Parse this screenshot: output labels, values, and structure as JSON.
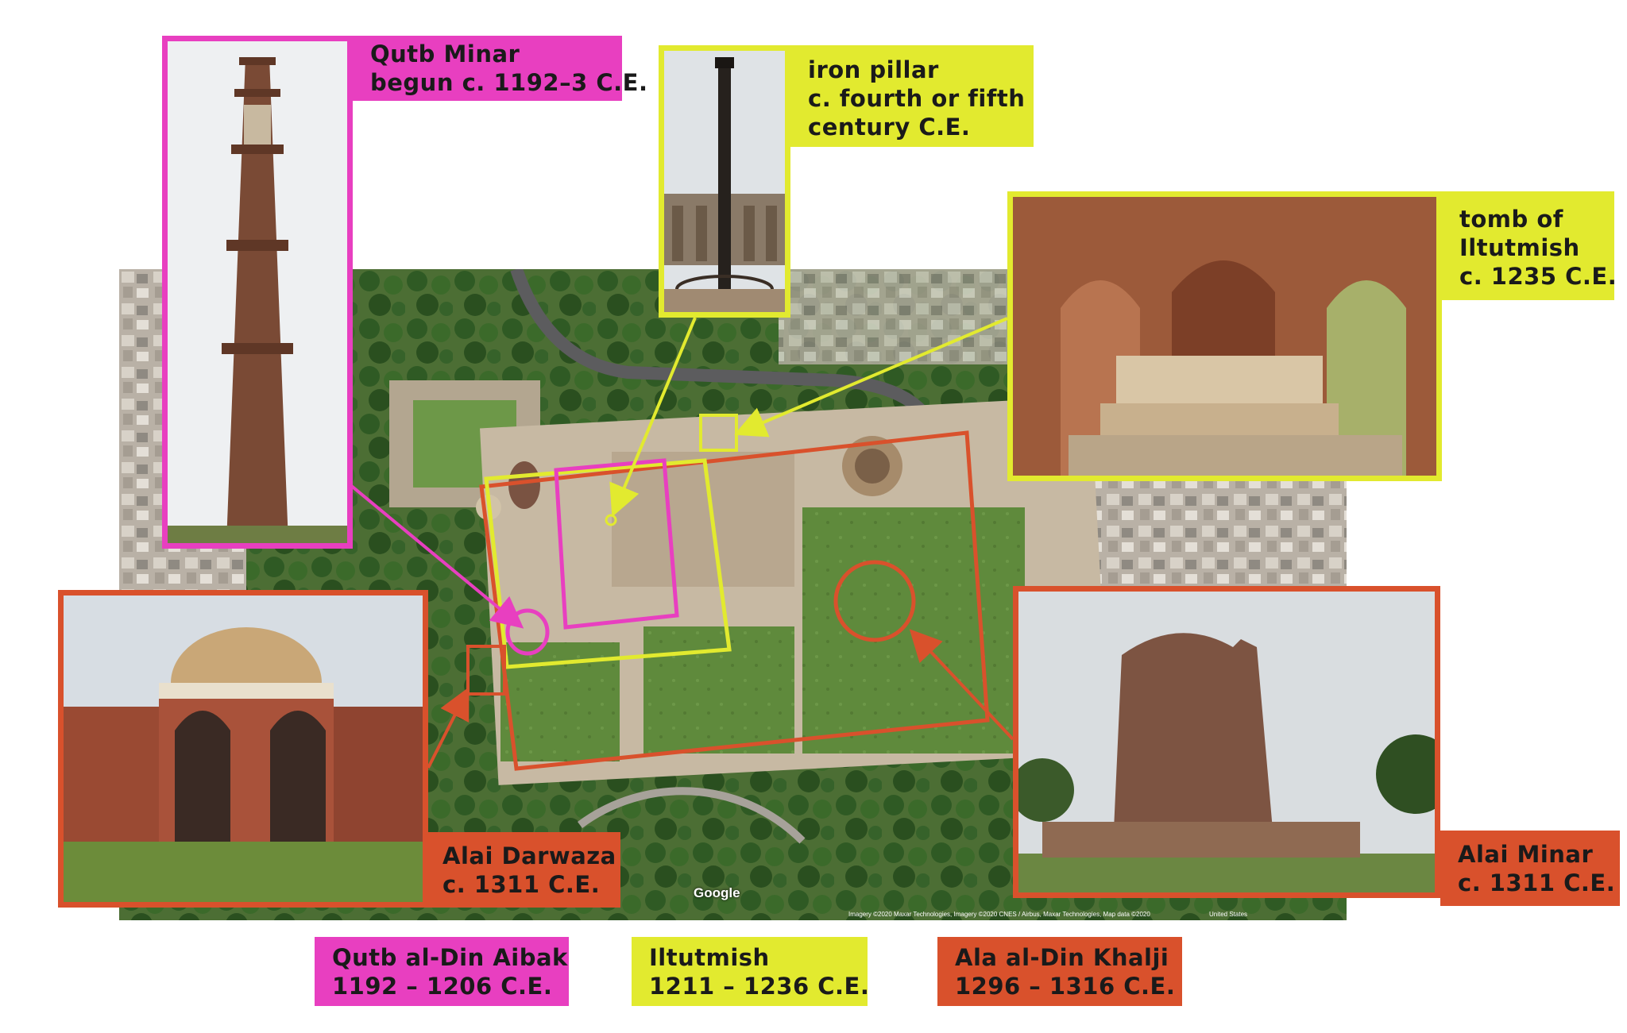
{
  "labels": {
    "qutb_minar": {
      "line1": "Qutb Minar",
      "line2": "begun c. 1192–3 C.E."
    },
    "iron_pillar": {
      "line1": "iron pillar",
      "line2": "c. fourth or fifth",
      "line3": "century C.E."
    },
    "tomb_iltutmish": {
      "line1": "tomb of",
      "line2": "Iltutmish",
      "line3": "c. 1235 C.E."
    },
    "alai_darwaza": {
      "line1": "Alai Darwaza",
      "line2": "c. 1311 C.E."
    },
    "alai_minar": {
      "line1": "Alai Minar",
      "line2": "c. 1311 C.E."
    }
  },
  "legend": {
    "aibak": {
      "name": "Qutb al-Din Aibak",
      "dates": "1192 – 1206 C.E."
    },
    "iltutmish": {
      "name": "Iltutmish",
      "dates": "1211 – 1236 C.E."
    },
    "khalji": {
      "name": "Ala al-Din Khalji",
      "dates": "1296 – 1316 C.E."
    }
  },
  "map": {
    "provider": "Google",
    "attribution": "Imagery ©2020 Maxar Technologies, Imagery ©2020 CNES / Airbus, Maxar Technologies, Map data ©2020",
    "attribution_region": "United States"
  },
  "colors": {
    "aibak_magenta": "#e83fc0",
    "iltutmish_yellow": "#e2ea2f",
    "khalji_orange": "#d9512c"
  }
}
